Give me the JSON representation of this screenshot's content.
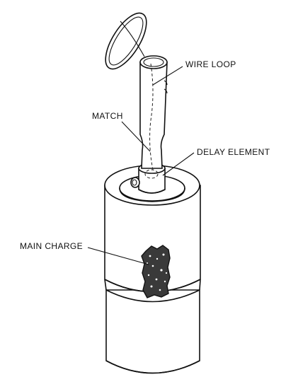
{
  "diagram": {
    "labels": {
      "wire_loop": "WIRE LOOP",
      "match": "MATCH",
      "delay_element": "DELAY ELEMENT",
      "main_charge": "MAIN CHARGE"
    },
    "colors": {
      "ink": "#111111",
      "paper": "#ffffff",
      "charge_fill": "#3a3a3a"
    }
  }
}
